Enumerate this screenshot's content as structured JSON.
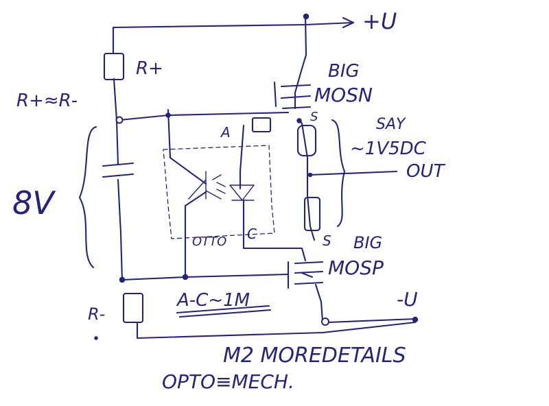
{
  "labels": {
    "plus_u": "+U",
    "r_plus": "R+",
    "r_relation": "R+≈R-",
    "big_mos_n": [
      "BIG",
      "MOSN"
    ],
    "say": "SAY",
    "voltage_dc": "~1V5DC",
    "out": "OUT",
    "voltage_8v": "8V",
    "anode": "A",
    "cathode": "C",
    "opto": "OTTO",
    "s_n": "S",
    "s_p": "S",
    "big_mos_p": [
      "BIG",
      "MOSP"
    ],
    "r_minus": "R-",
    "minus_u": "-U",
    "a_c_value": "A-C~1M",
    "m2_note": "M2 MOREDETAILS",
    "opto_note": "OPTO≡MECH."
  }
}
